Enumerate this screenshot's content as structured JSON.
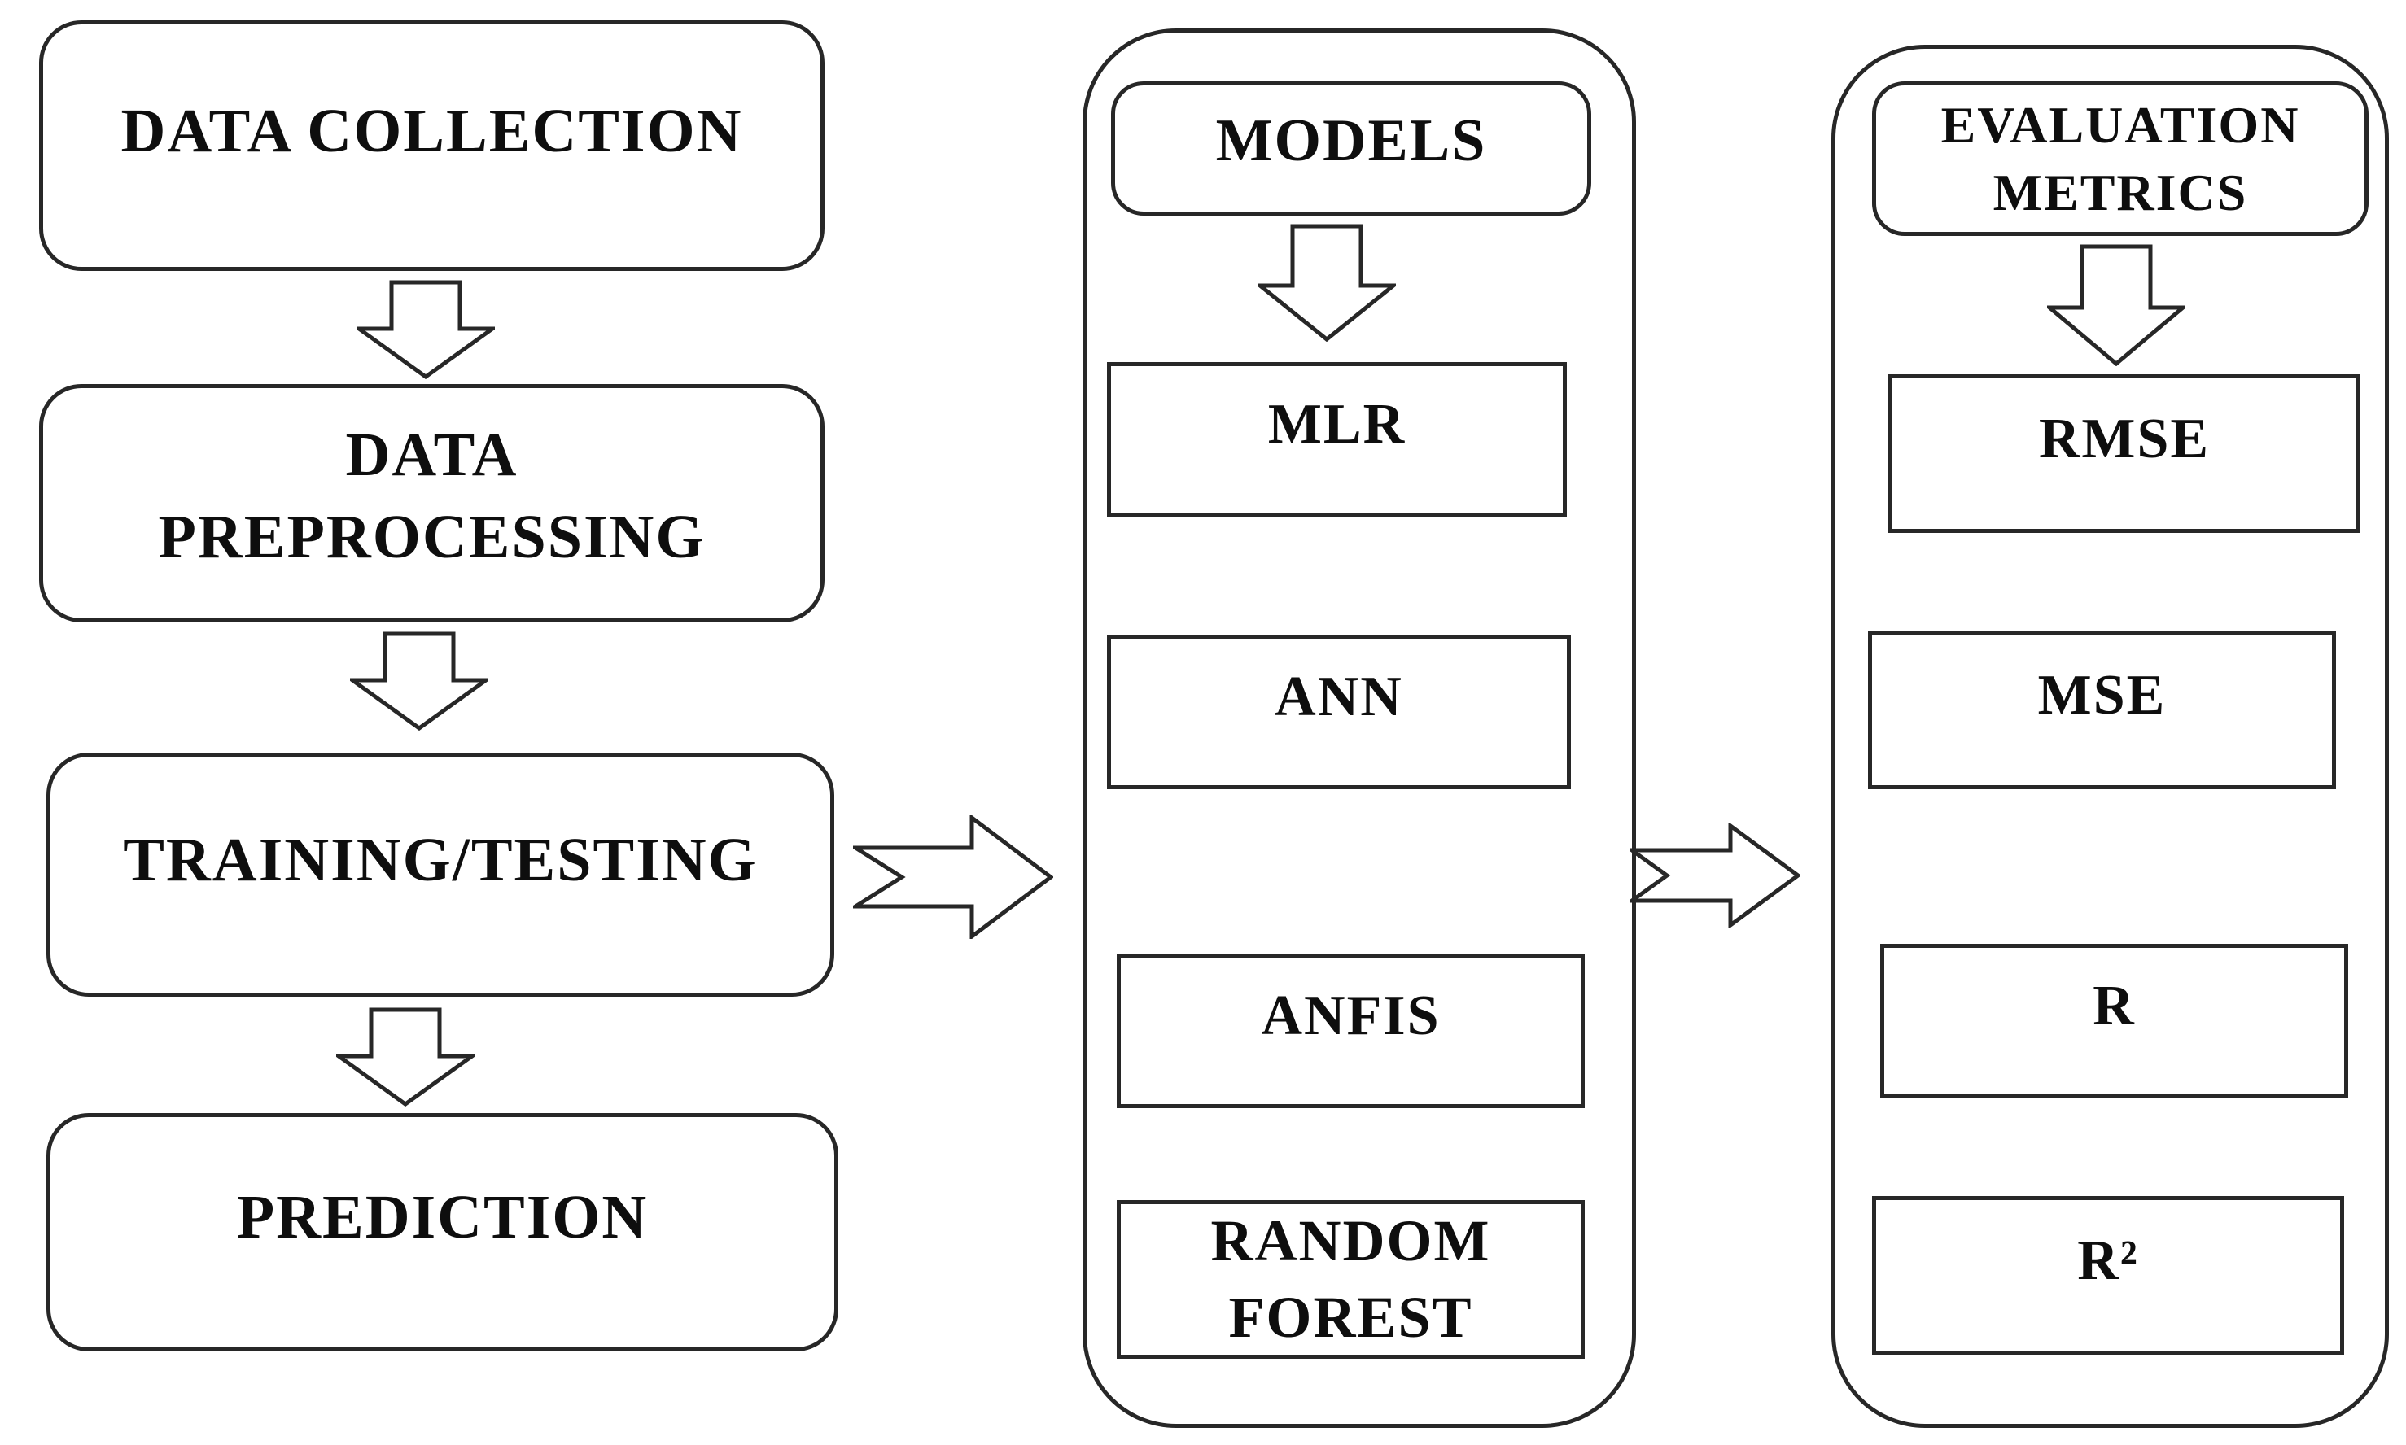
{
  "colors": {
    "background": "#ffffff",
    "stroke": "#272727",
    "text": "#0e0e0e"
  },
  "connectors": {
    "down_arrow": "block-arrow-down-outline",
    "right_arrow": "block-arrow-right-notched-tail-outline"
  },
  "pipeline": {
    "steps": [
      {
        "lines": [
          "DATA COLLECTION"
        ]
      },
      {
        "lines": [
          "DATA",
          "PREPROCESSING"
        ]
      },
      {
        "lines": [
          "TRAINING/TESTING"
        ]
      },
      {
        "lines": [
          "PREDICTION"
        ]
      }
    ]
  },
  "models_panel": {
    "header_lines": [
      "MODELS"
    ],
    "items": [
      {
        "lines": [
          "MLR"
        ]
      },
      {
        "lines": [
          "ANN"
        ]
      },
      {
        "lines": [
          "ANFIS"
        ]
      },
      {
        "lines": [
          "RANDOM",
          "FOREST"
        ]
      }
    ]
  },
  "metrics_panel": {
    "header_lines": [
      "EVALUATION",
      "METRICS"
    ],
    "items": [
      {
        "lines": [
          "RMSE"
        ]
      },
      {
        "lines": [
          "MSE"
        ]
      },
      {
        "lines": [
          "R"
        ]
      },
      {
        "lines": [
          "R²"
        ]
      }
    ]
  }
}
